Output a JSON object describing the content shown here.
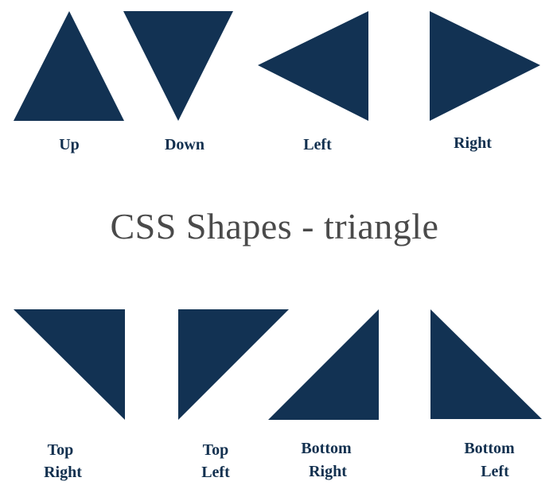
{
  "title": "CSS Shapes - triangle",
  "fill_color": "#123253",
  "top_row": [
    {
      "label": "Up"
    },
    {
      "label": "Down"
    },
    {
      "label": "Left"
    },
    {
      "label": "Right"
    }
  ],
  "bottom_row": [
    {
      "line1": "Top",
      "line2": "Right"
    },
    {
      "line1": "Top",
      "line2": "Left"
    },
    {
      "line1": "Bottom",
      "line2": "Right"
    },
    {
      "line1": "Bottom",
      "line2": "Left"
    }
  ]
}
